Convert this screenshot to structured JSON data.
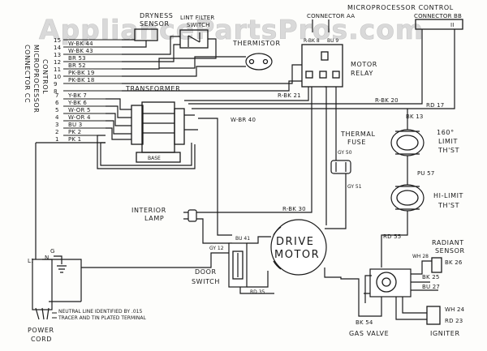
{
  "watermark": "AppliancePartsPros.com",
  "cc": {
    "label1": "CONNECTOR CC",
    "label2": "MICROPROCESSOR",
    "label3": "CONTROL"
  },
  "pins_top": [
    "15",
    "14",
    "13",
    "12",
    "11",
    "10",
    "9",
    "8"
  ],
  "wires_top": [
    "W-BK 44",
    "W-BK 43",
    "BR 53",
    "BR 52",
    "PK-BK 19",
    "PK-BK 18"
  ],
  "pins_low": [
    "7",
    "6",
    "5",
    "4",
    "3",
    "2",
    "1"
  ],
  "wires_low": [
    "Y-BK 7",
    "Y-BK 6",
    "W-OR 5",
    "W-OR 4",
    "BU 3",
    "PK 2",
    "PK 1"
  ],
  "dryness_sensor": {
    "l1": "DRYNESS",
    "l2": "SENSOR"
  },
  "lint_switch": {
    "l1": "LINT FILTER",
    "l2": "SWITCH"
  },
  "thermistor": "THERMISTOR",
  "micro_control": {
    "title": "MICROPROCESSOR CONTROL",
    "aa": "CONNECTOR AA",
    "bb": "CONNECTOR BB",
    "pin": "II"
  },
  "motor_relay": {
    "l1": "MOTOR",
    "l2": "RELAY",
    "w_top1": "R-BK 8",
    "w_top2": "BU 9"
  },
  "transformer": {
    "label": "TRANSFORMER",
    "base": "BASE"
  },
  "wires": {
    "rbk21": "R-BK 21",
    "rbk20": "R-BK 20",
    "rd17": "RD 17",
    "wbk40": "W-BR 40",
    "bk13": "BK 13",
    "gy50": "GY 50",
    "gy51": "GY 51",
    "pu57": "PU 57",
    "rbk30": "R-BK 30",
    "rd55": "RD 55",
    "gy12": "GY 12",
    "bu41": "BU 41",
    "rd35": "RD 35",
    "wh28": "WH 28",
    "bk26": "BK 26",
    "bk25": "BK 25",
    "bu27": "BU 27",
    "wh24": "WH 24",
    "rd23": "RD 23",
    "bk54": "BK 54"
  },
  "thermal_fuse": {
    "l1": "THERMAL",
    "l2": "FUSE"
  },
  "limit_160": {
    "l1": "160°",
    "l2": "LIMIT",
    "l3": "TH'ST"
  },
  "hi_limit": {
    "l1": "HI-LIMIT",
    "l2": "TH'ST"
  },
  "interior_lamp": {
    "l1": "INTERIOR",
    "l2": "LAMP"
  },
  "drive_motor": {
    "l1": "DRIVE",
    "l2": "MOTOR"
  },
  "door_switch": {
    "l1": "DOOR",
    "l2": "SWITCH"
  },
  "radiant_sensor": {
    "l1": "RADIANT",
    "l2": "SENSOR"
  },
  "gas_valve": "GAS VALVE",
  "igniter": "IGNITER",
  "power_cord": {
    "l1": "POWER",
    "l2": "CORD",
    "L1": "L1",
    "N": "N",
    "G": "G"
  },
  "neutral_note": {
    "l1": "NEUTRAL LINE IDENTIFIED BY .015",
    "l2": "TRACER AND TIN PLATED TERMINAL"
  }
}
